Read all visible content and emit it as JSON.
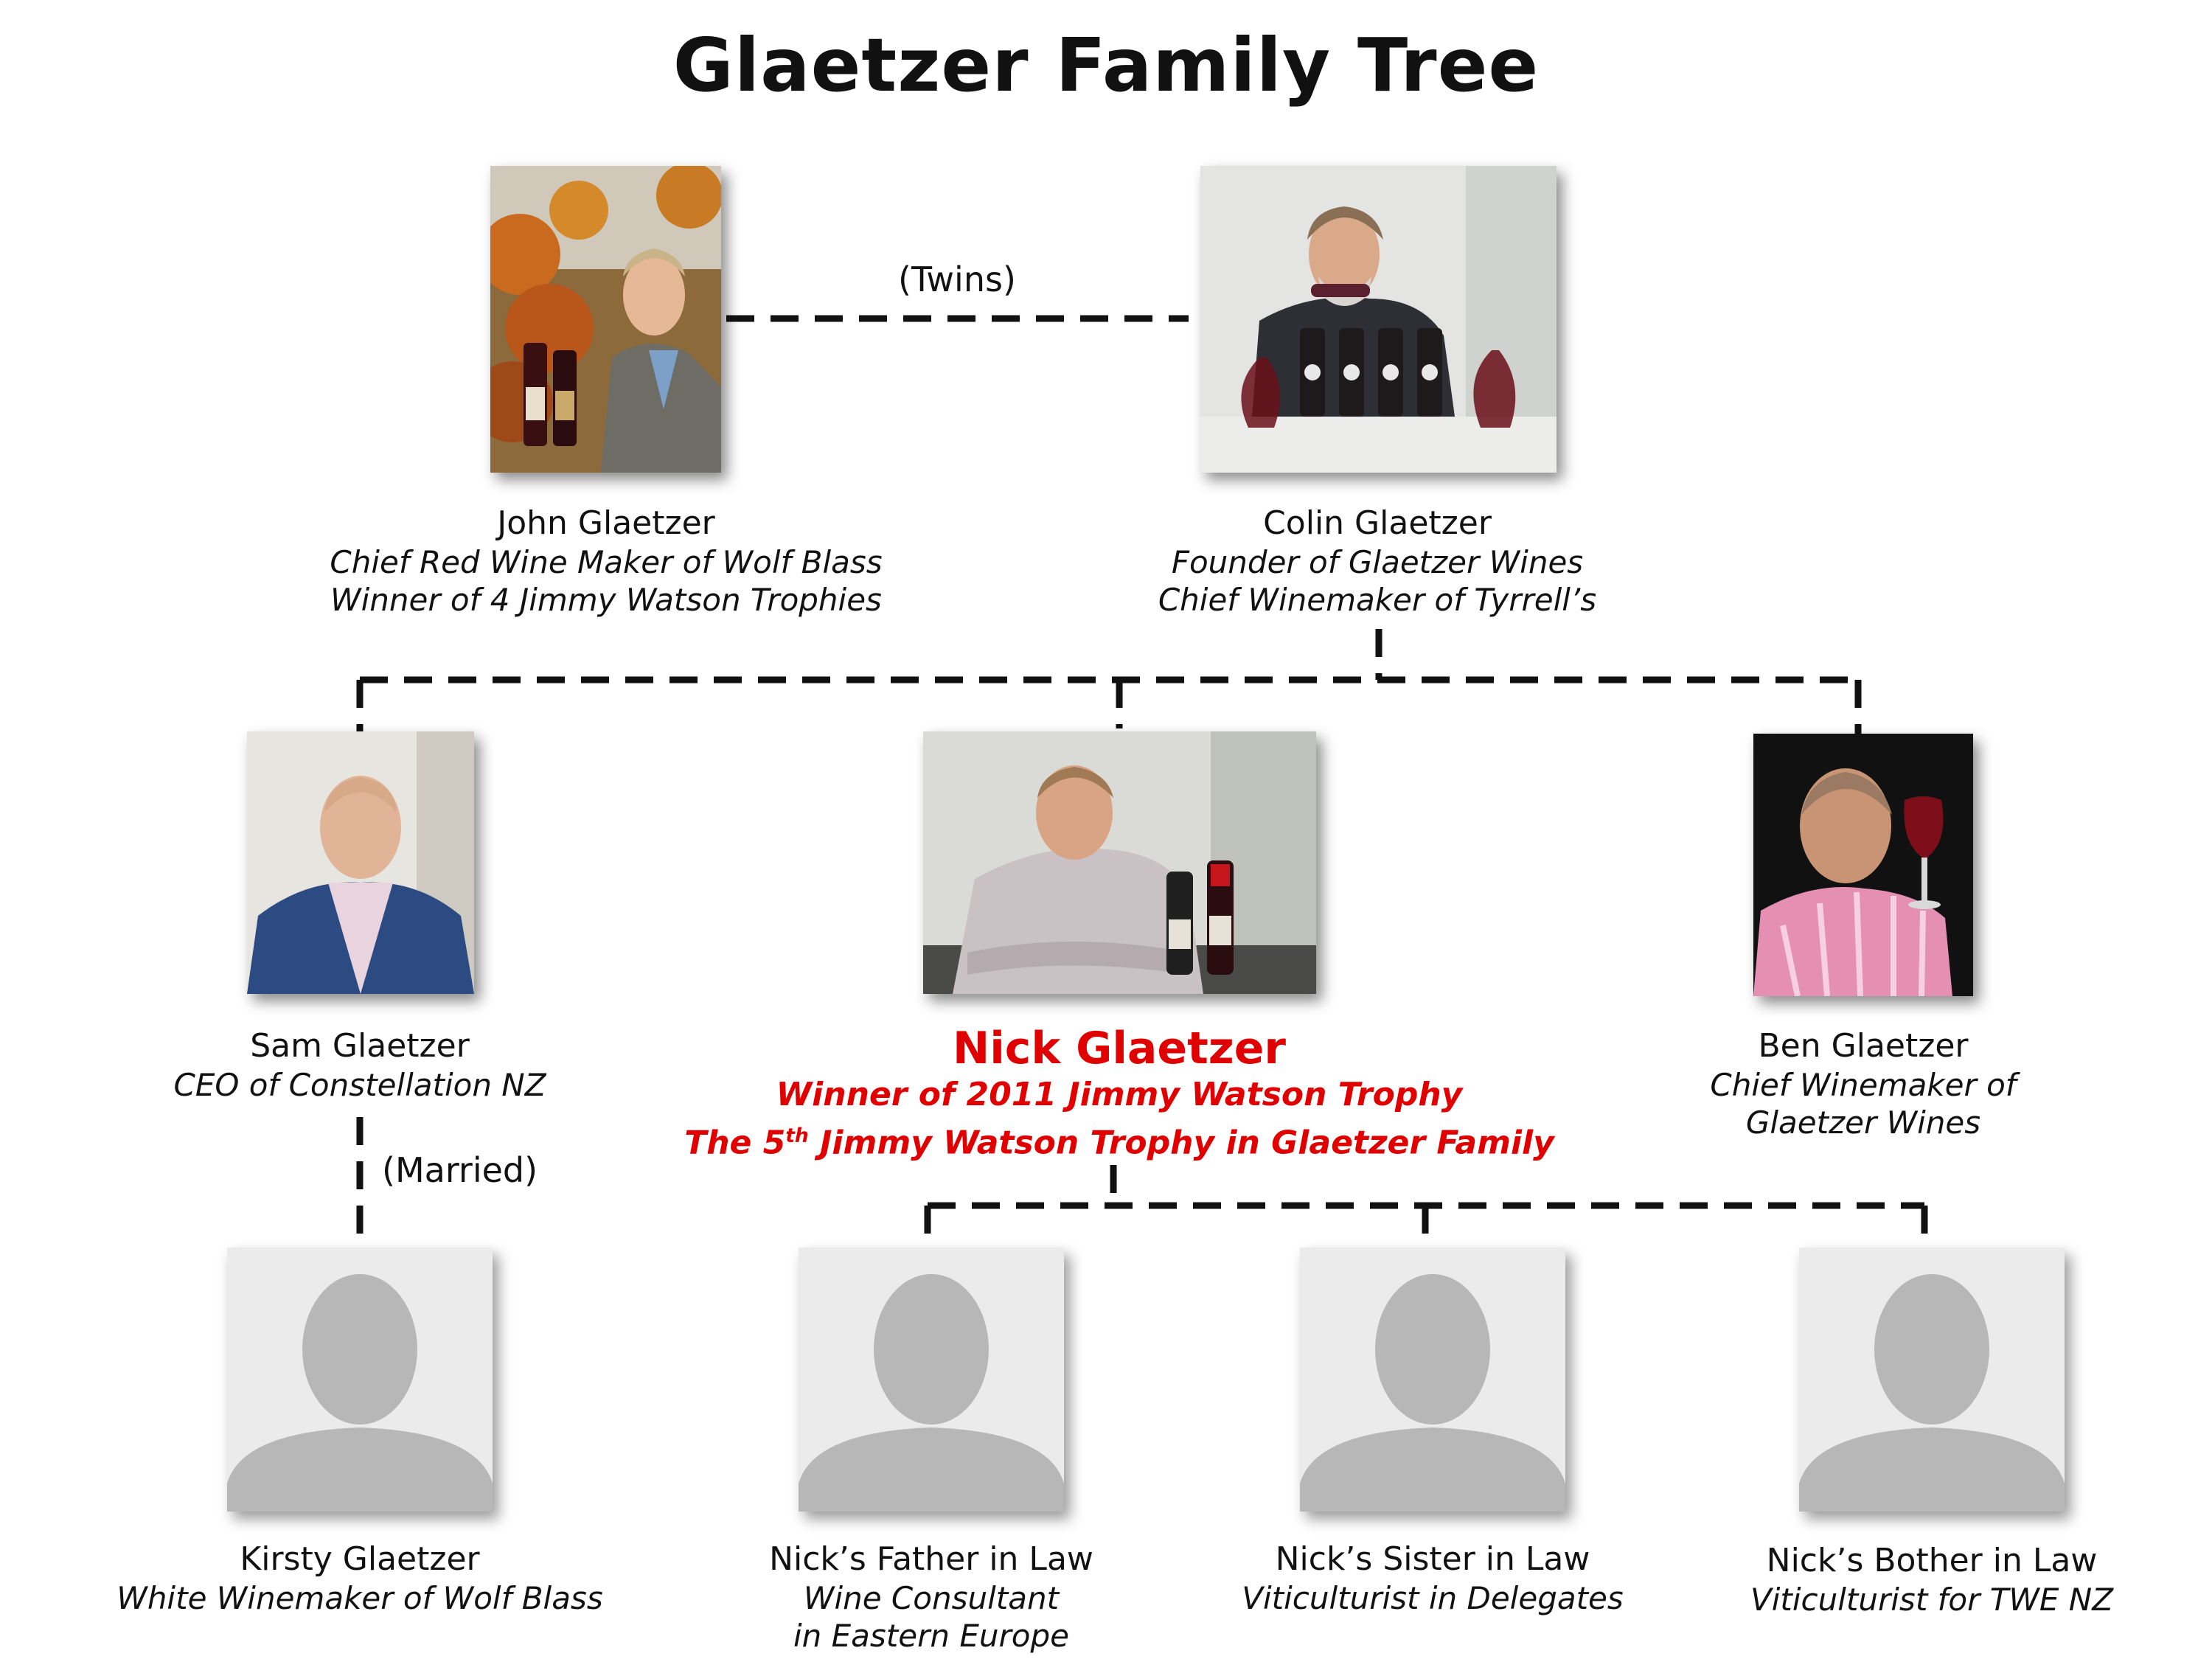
{
  "title": "Glaetzer Family Tree",
  "relations": {
    "twins": "(Twins)",
    "married": "(Married)"
  },
  "people": {
    "john": {
      "name": "John Glaetzer",
      "roles": [
        "Chief Red Wine Maker of Wolf Blass",
        "Winner of 4 Jimmy Watson Trophies"
      ]
    },
    "colin": {
      "name": "Colin Glaetzer",
      "roles": [
        "Founder of Glaetzer Wines",
        "Chief Winemaker of Tyrrell’s"
      ]
    },
    "sam": {
      "name": "Sam Glaetzer",
      "roles": [
        "CEO of Constellation NZ"
      ]
    },
    "nick": {
      "name": "Nick Glaetzer",
      "roles": [
        "Winner of 2011 Jimmy Watson Trophy"
      ],
      "role2_pre": "The 5",
      "role2_sup": "th",
      "role2_post": " Jimmy Watson Trophy in Glaetzer Family"
    },
    "ben": {
      "name": "Ben Glaetzer",
      "roles": [
        "Chief Winemaker of",
        "Glaetzer Wines"
      ]
    },
    "kirsty": {
      "name": "Kirsty Glaetzer",
      "roles": [
        "White Winemaker of Wolf Blass"
      ]
    },
    "father_in_law": {
      "name": "Nick’s Father in Law",
      "roles": [
        "Wine Consultant",
        "in Eastern Europe"
      ]
    },
    "sister_in_law": {
      "name": "Nick’s Sister in Law",
      "roles": [
        "Viticulturist in Delegates"
      ]
    },
    "brother_in_law": {
      "name": "Nick’s Bother in Law",
      "roles": [
        "Viticulturist for TWE NZ"
      ]
    }
  },
  "colors": {
    "highlight": "#e00000",
    "line": "#111111",
    "placeholder_bg": "#ebebeb",
    "placeholder_fg": "#b7b7b7"
  }
}
